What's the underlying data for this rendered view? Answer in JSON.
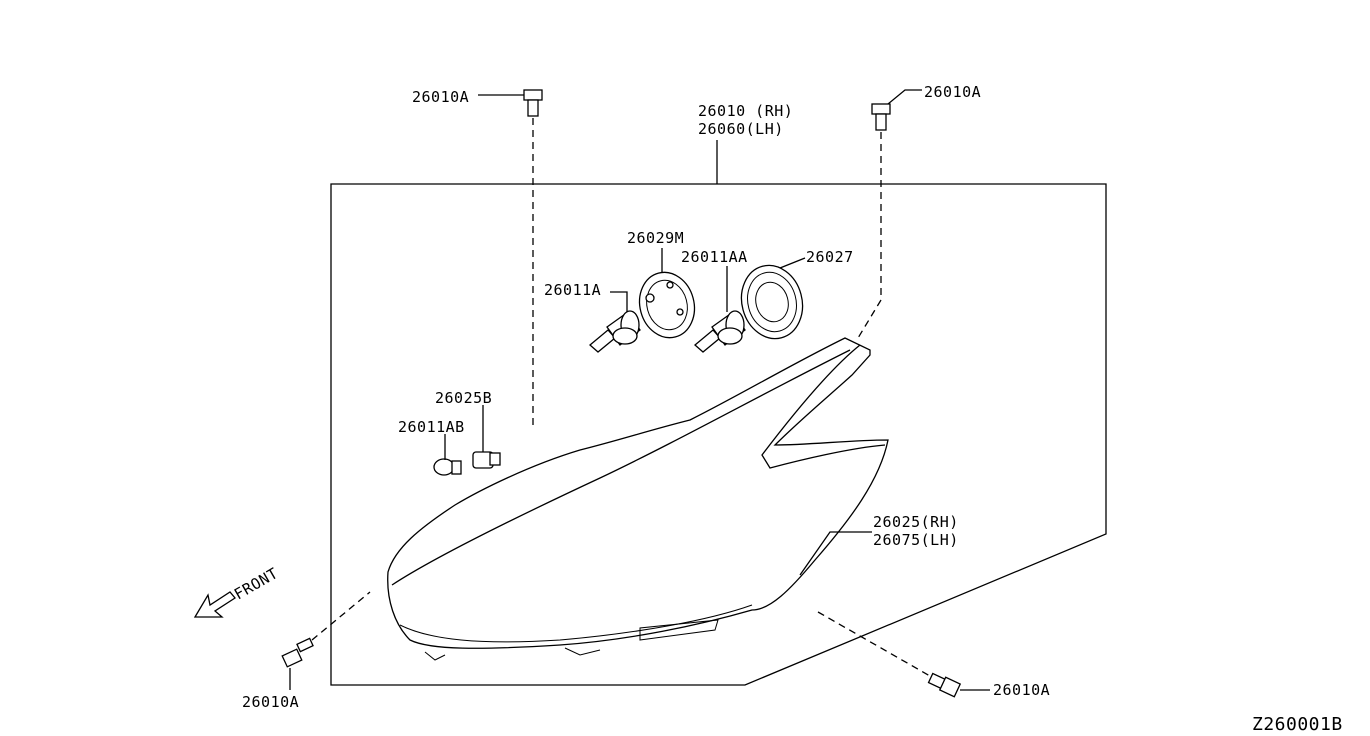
{
  "diagram": {
    "labels": {
      "bolt_top_left": "26010A",
      "bolt_top_right": "26010A",
      "assembly_rh": "26010 (RH)",
      "assembly_lh": "26060(LH)",
      "bulb_cover_left": "26029M",
      "bulb_low": "26011A",
      "bulb_high": "26011AA",
      "bulb_cover_right": "26027",
      "socket": "26025B",
      "side_bulb": "26011AB",
      "housing_rh": "26025(RH)",
      "housing_lh": "26075(LH)",
      "front": "FRONT",
      "bolt_bottom_left": "26010A",
      "bolt_bottom_right": "26010A",
      "diagram_id": "Z260001B"
    }
  }
}
